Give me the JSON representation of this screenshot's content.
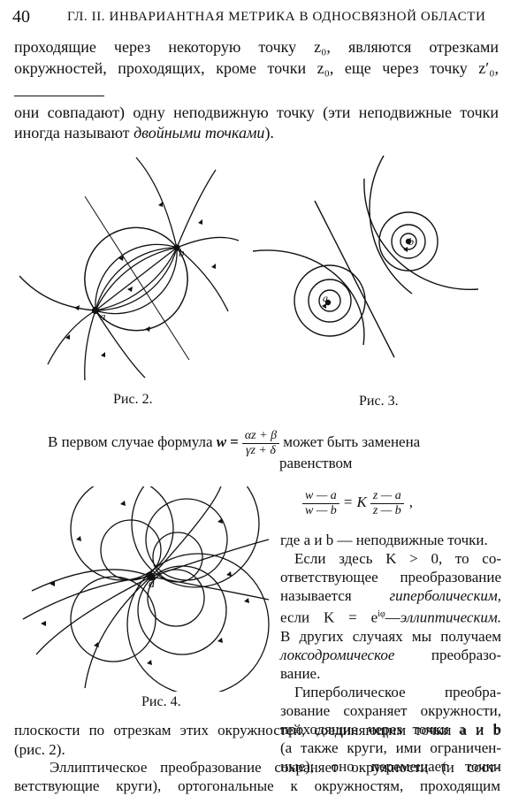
{
  "header": {
    "page_number": "40",
    "running_title": "ГЛ. II. ИНВАРИАНТНАЯ МЕТРИКА В ОДНОСВЯЗНОЙ ОБЛАСТИ"
  },
  "para1": {
    "line1": "проходящие через некоторую точку z₀, являются отрезками",
    "line2": "окружностей, проходящих, кроме точки z₀, еще через точку z′₀,"
  },
  "para2": {
    "line1": "они совпадают) одну неподвижную точку (эти неподвижные точки",
    "line2_a": "иногда называют ",
    "line2_b": "двойными точками",
    "line2_c": ")."
  },
  "captions": {
    "fig2": "Рис. 2.",
    "fig3": "Рис. 3.",
    "fig4": "Рис. 4."
  },
  "fig_labels": {
    "a": "a",
    "b": "b"
  },
  "formula1": {
    "prefix": "В первом случае формула ",
    "w": "w",
    "eq": "=",
    "num": "αz + β",
    "den": "γz + δ",
    "suffix": " может быть заменена",
    "next": "равенством"
  },
  "formula2": {
    "lhs_num": "w — a",
    "lhs_den": "w — b",
    "mid": "= K",
    "rhs_num": "z — a",
    "rhs_den": "z — b",
    "tail": ","
  },
  "side": {
    "l1": "где a и b — неподвижные точки.",
    "l2": "Если здесь K > 0, то со-",
    "l3": "ответствующее преобразование",
    "l4_a": "называется ",
    "l4_b": "гиперболическим,",
    "l5_a": "если K = e",
    "l5_sup": "iφ",
    "l5_b": "—",
    "l5_c": "эллиптическим.",
    "l6": "В других случаях мы получаем",
    "l7_a": "локсодромическое",
    "l7_b": " преобразо-",
    "l8": "вание.",
    "l9": "Гиперболическое преобра-",
    "l10": "зование сохраняет окружности,",
    "l11": "проходящие через точки a и b",
    "l12": "(а также круги, ими ограничен-",
    "l13": "ные); оно перемещает точки"
  },
  "bottom": {
    "l1": "плоскости по отрезкам этих окружностей, соединяющим точки a и b",
    "l2": "(рис. 2).",
    "l3": "Эллиптическое преобразование сохраняет окружности (и соот-",
    "l4": "ветствующие круги), ортогональные к окружностям, проходящим"
  }
}
